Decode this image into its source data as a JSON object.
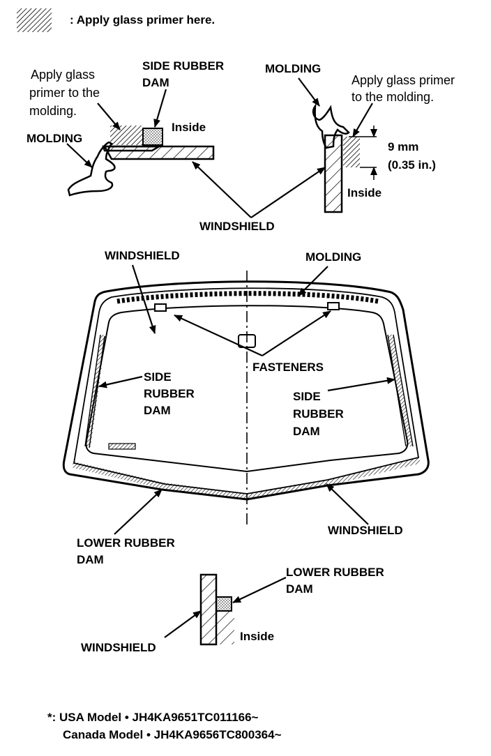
{
  "legend": {
    "text": ": Apply glass primer here."
  },
  "top_left": {
    "apply_primer_lines": [
      "Apply glass",
      "primer to the",
      "molding."
    ],
    "side_rubber_dam_lines": [
      "SIDE RUBBER",
      "DAM"
    ],
    "molding": "MOLDING",
    "inside": "Inside"
  },
  "top_right": {
    "molding": "MOLDING",
    "apply_primer_lines": [
      "Apply glass primer",
      "to the molding."
    ],
    "dimension_mm": "9 mm",
    "dimension_in": "(0.35 in.)",
    "inside": "Inside"
  },
  "top_windshield": "WINDSHIELD",
  "main": {
    "windshield_top": "WINDSHIELD",
    "molding": "MOLDING",
    "fasteners": "FASTENERS",
    "side_rubber_dam_left": [
      "SIDE",
      "RUBBER",
      "DAM"
    ],
    "side_rubber_dam_right": [
      "SIDE",
      "RUBBER",
      "DAM"
    ],
    "lower_rubber_dam": [
      "LOWER RUBBER",
      "DAM"
    ],
    "windshield_bottom": "WINDSHIELD"
  },
  "bottom_detail": {
    "lower_rubber_dam": [
      "LOWER RUBBER",
      "DAM"
    ],
    "windshield": "WINDSHIELD",
    "inside": "Inside"
  },
  "footnote": {
    "line1": "*: USA Model • JH4KA9651TC011166~",
    "line2": "Canada Model • JH4KA9656TC800364~"
  }
}
